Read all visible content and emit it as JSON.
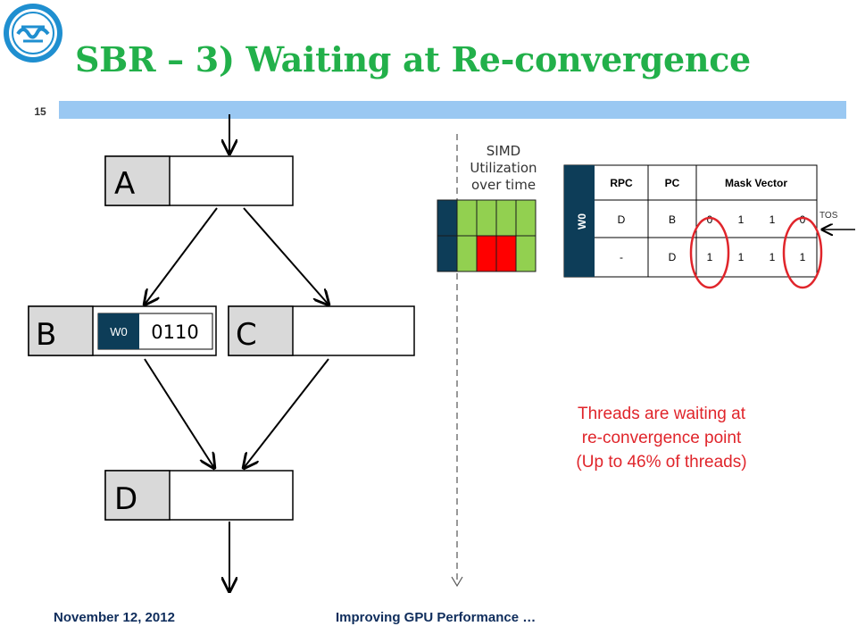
{
  "slide": {
    "title": "SBR – 3) Waiting at Re-convergence",
    "number": "15",
    "footer_left": "November 12, 2012",
    "footer_right": "Improving GPU Performance …"
  },
  "logo": {
    "text": "university-seal",
    "color": "#1f8fd0"
  },
  "cfg": {
    "blocks": [
      "A",
      "B",
      "C",
      "D"
    ],
    "warp_chip": {
      "label": "W0",
      "mask": "0110"
    }
  },
  "simd": {
    "label_lines": [
      "SIMD",
      "Utilization",
      "over time"
    ],
    "rows": [
      [
        "dark",
        "green",
        "green",
        "green",
        "green"
      ],
      [
        "dark",
        "green",
        "red",
        "red",
        "green"
      ]
    ],
    "colors": {
      "dark": "#0d3d58",
      "green": "#92d050",
      "red": "#ff0000"
    }
  },
  "stack": {
    "warp": "W0",
    "headers": [
      "RPC",
      "PC",
      "Mask Vector"
    ],
    "rows": [
      [
        "D",
        "B",
        "0",
        "1",
        "1",
        "0"
      ],
      [
        "-",
        "D",
        "1",
        "1",
        "1",
        "1"
      ]
    ],
    "tos_label": "TOS"
  },
  "note_lines": [
    "Threads are waiting at",
    "re-convergence point",
    "(Up to 46% of threads)"
  ]
}
